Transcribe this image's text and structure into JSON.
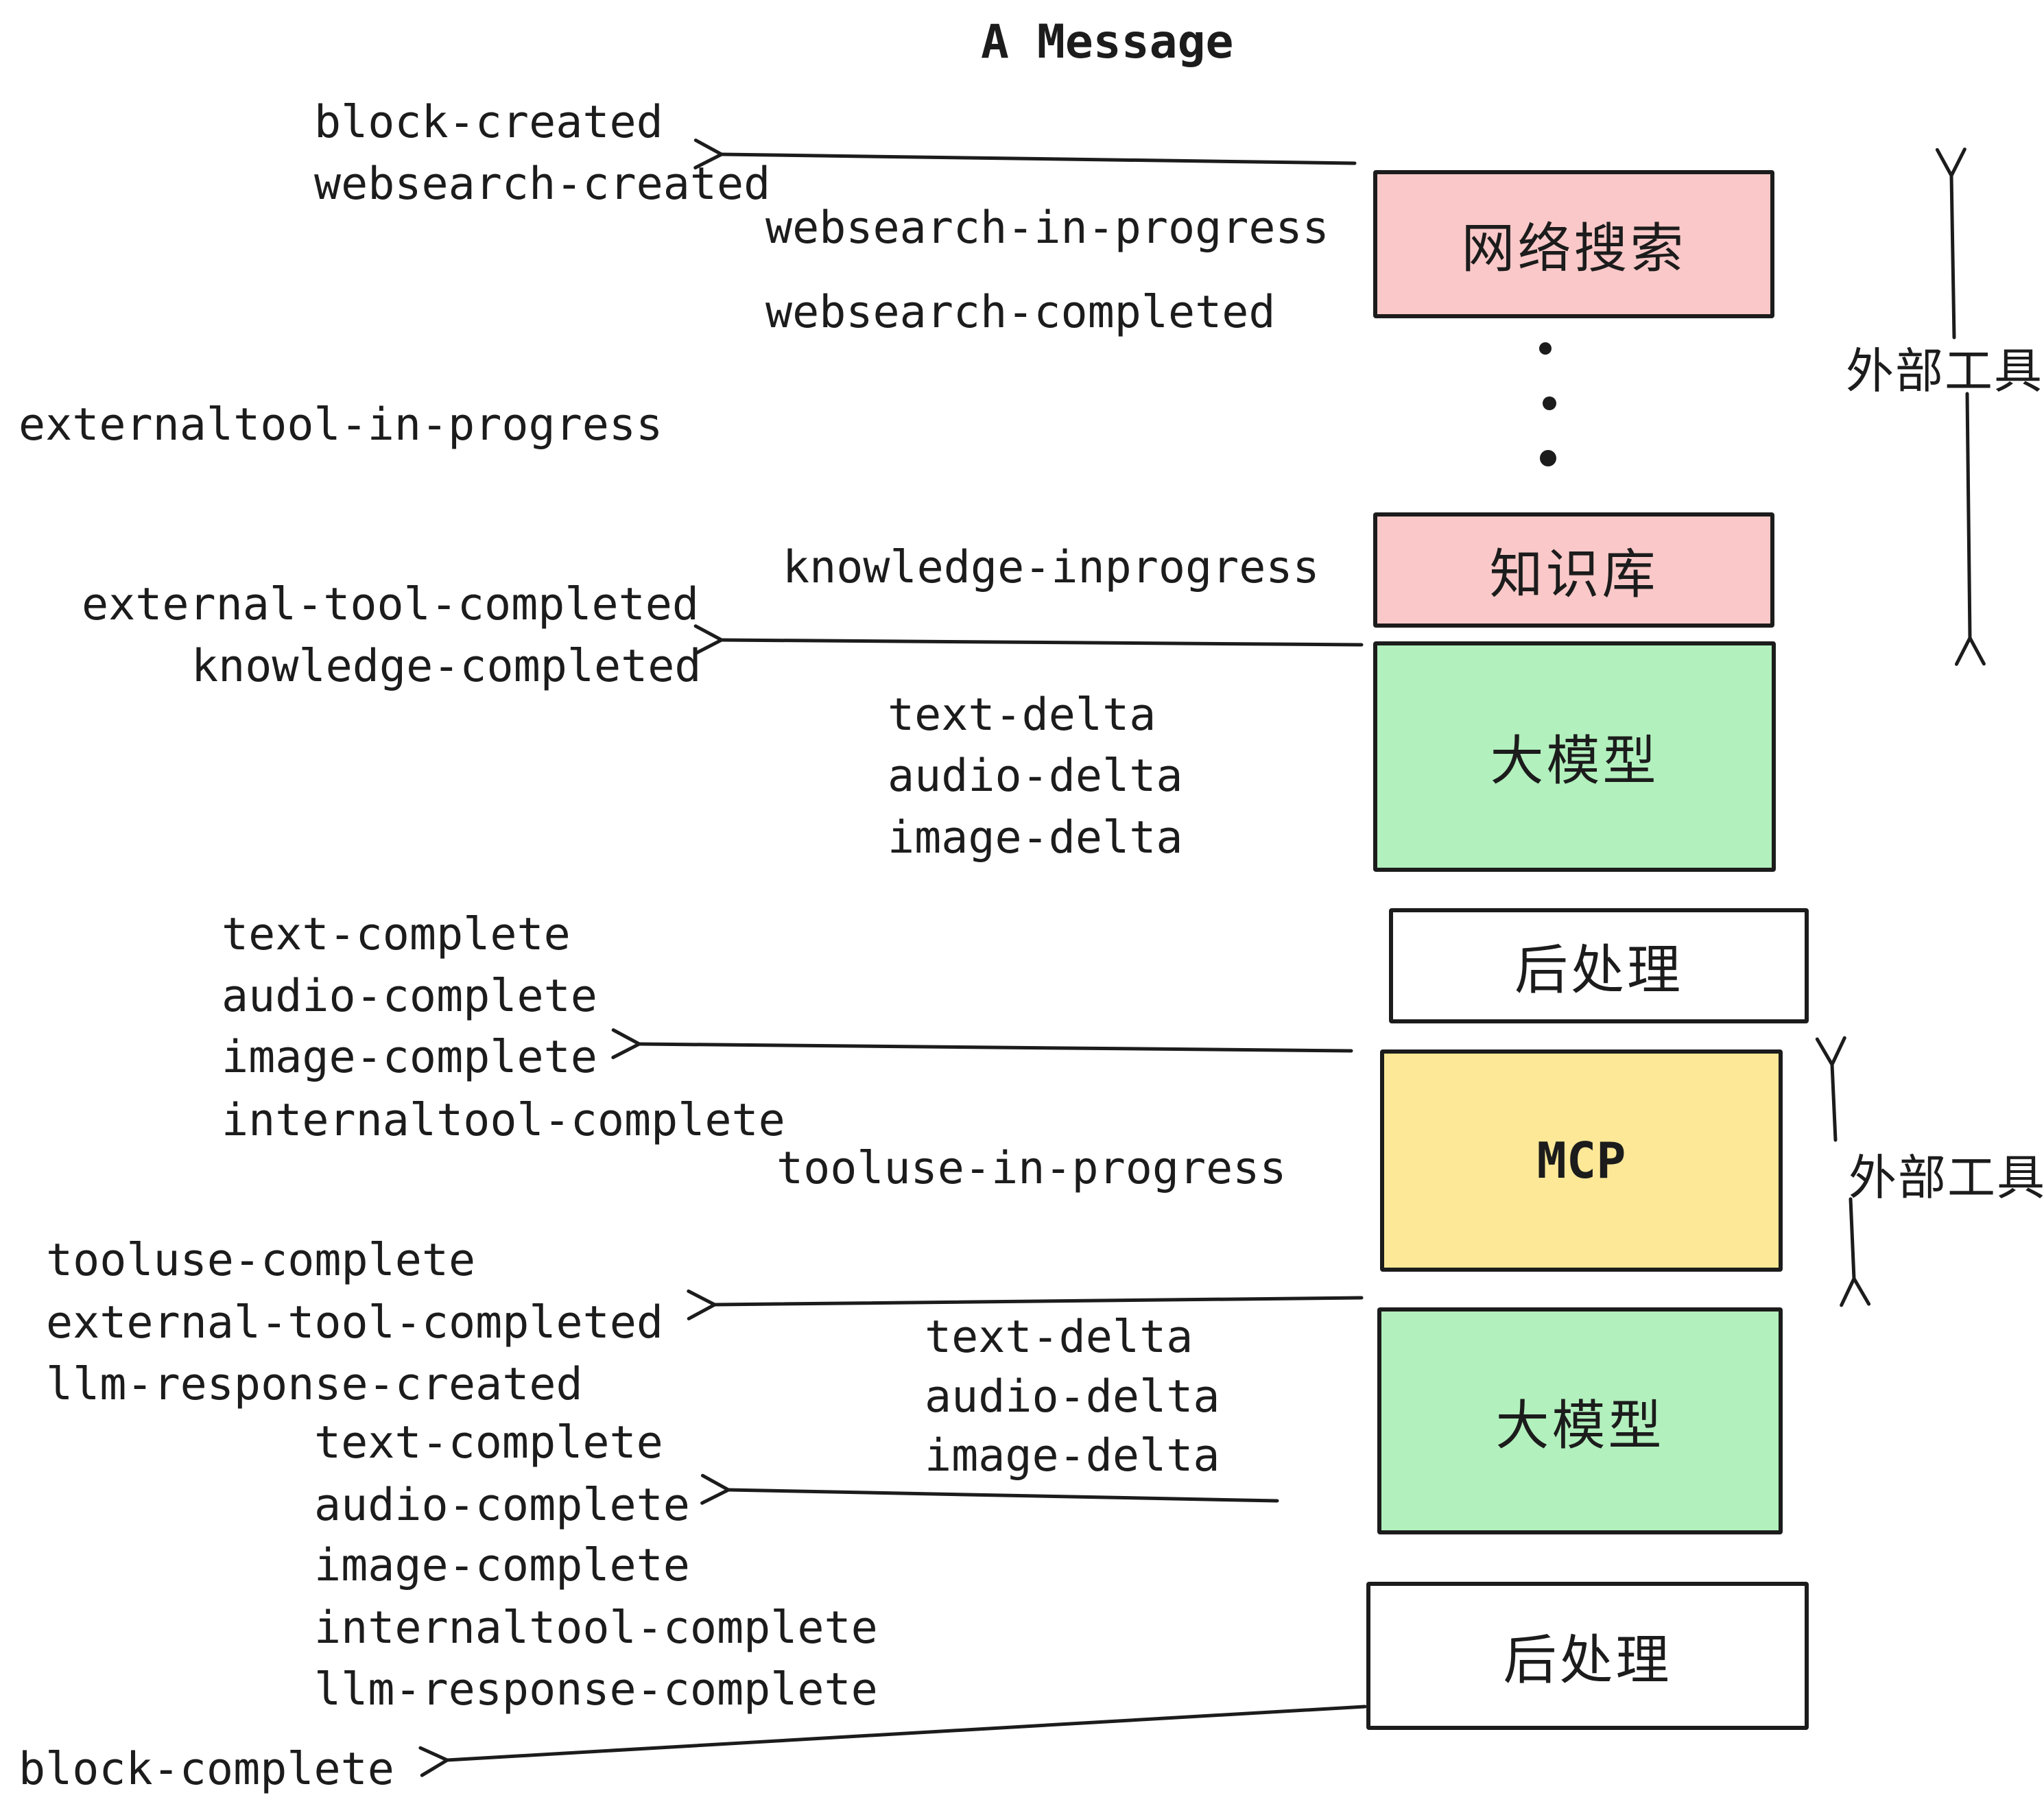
{
  "title": "A Message",
  "colors": {
    "pink": "#fac8c8",
    "green": "#b2f0bd",
    "yellow": "#fce897",
    "white": "#ffffff",
    "ink": "#1c1c1c"
  },
  "events": [
    {
      "text": "block-created"
    },
    {
      "text": "websearch-created"
    },
    {
      "text": "websearch-in-progress"
    },
    {
      "text": "websearch-completed"
    },
    {
      "text": "externaltool-in-progress"
    },
    {
      "text": "knowledge-inprogress"
    },
    {
      "text": "external-tool-completed"
    },
    {
      "text": "knowledge-completed"
    },
    {
      "text": "text-delta"
    },
    {
      "text": "audio-delta"
    },
    {
      "text": "image-delta"
    },
    {
      "text": "text-complete"
    },
    {
      "text": "audio-complete"
    },
    {
      "text": "image-complete"
    },
    {
      "text": "internaltool-complete"
    },
    {
      "text": "tooluse-in-progress"
    },
    {
      "text": "tooluse-complete"
    },
    {
      "text": "external-tool-completed"
    },
    {
      "text": "llm-response-created"
    },
    {
      "text": "text-delta"
    },
    {
      "text": "audio-delta"
    },
    {
      "text": "image-delta"
    },
    {
      "text": "text-complete"
    },
    {
      "text": "audio-complete"
    },
    {
      "text": "image-complete"
    },
    {
      "text": "internaltool-complete"
    },
    {
      "text": "llm-response-complete"
    },
    {
      "text": "block-complete"
    }
  ],
  "boxes": [
    {
      "label": "网络搜索",
      "kind": "web-search"
    },
    {
      "label": "知识库",
      "kind": "knowledge-base"
    },
    {
      "label": "大模型",
      "kind": "llm"
    },
    {
      "label": "后处理",
      "kind": "post-process"
    },
    {
      "label": "MCP",
      "kind": "mcp"
    },
    {
      "label": "大模型",
      "kind": "llm"
    },
    {
      "label": "后处理",
      "kind": "post-process"
    }
  ],
  "side_labels": [
    {
      "text": "外部工具"
    },
    {
      "text": "外部工具"
    }
  ]
}
